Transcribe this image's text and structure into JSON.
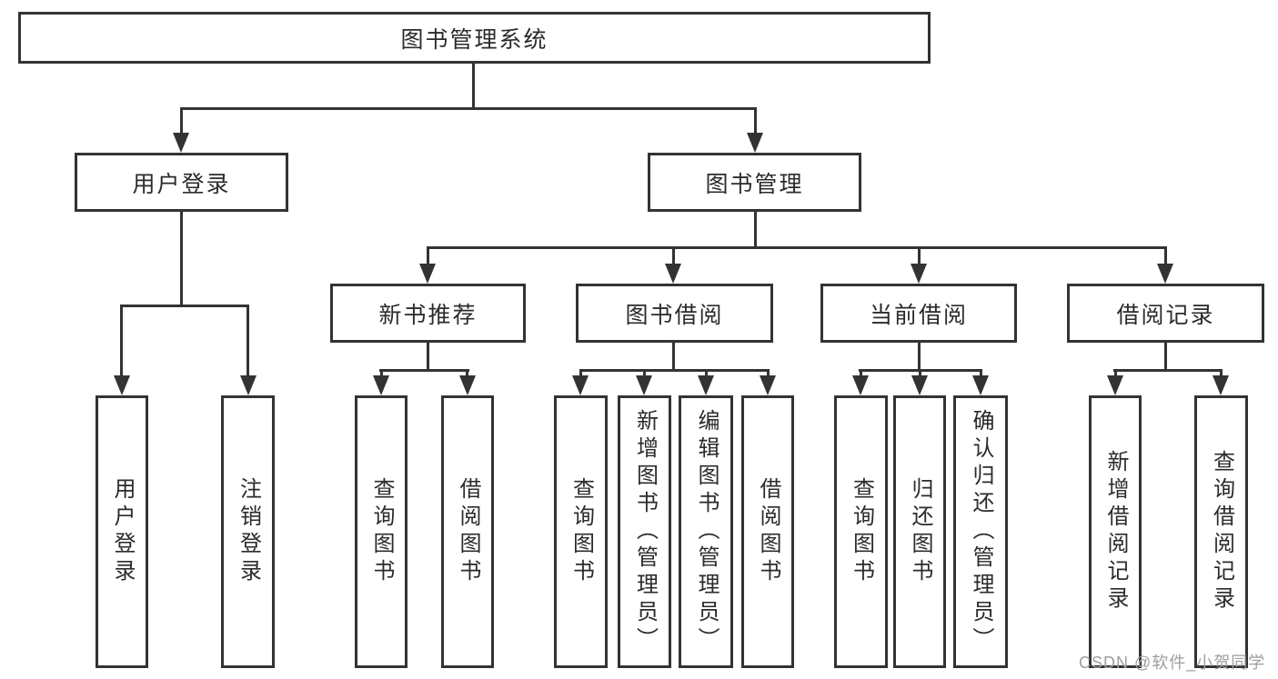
{
  "diagram": {
    "root": {
      "label": "图书管理系统"
    },
    "level1": [
      {
        "label": "用户登录",
        "children": [
          {
            "label": "用户登录"
          },
          {
            "label": "注销登录"
          }
        ]
      },
      {
        "label": "图书管理",
        "children": [
          {
            "label": "新书推荐",
            "children": [
              {
                "label": "查询图书"
              },
              {
                "label": "借阅图书"
              }
            ]
          },
          {
            "label": "图书借阅",
            "children": [
              {
                "label": "查询图书"
              },
              {
                "label": "新增图书（管理员）"
              },
              {
                "label": "编辑图书（管理员）"
              },
              {
                "label": "借阅图书"
              }
            ]
          },
          {
            "label": "当前借阅",
            "children": [
              {
                "label": "查询图书"
              },
              {
                "label": "归还图书"
              },
              {
                "label": "确认归还（管理员）"
              }
            ]
          },
          {
            "label": "借阅记录",
            "children": [
              {
                "label": "新增借阅记录"
              },
              {
                "label": "查询借阅记录"
              }
            ]
          }
        ]
      }
    ]
  },
  "watermark": {
    "text": "CSDN @软件_小贺同学"
  },
  "colors": {
    "line": "#333333",
    "border": "#333333",
    "text": "#2b2b2b",
    "background": "#ffffff",
    "watermark": "#9e9e9e"
  }
}
